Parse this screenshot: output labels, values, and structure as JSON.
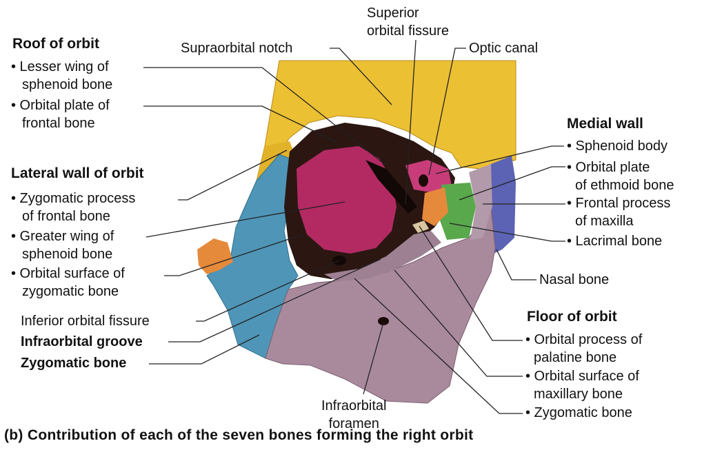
{
  "colors": {
    "frontal": "#ecc033",
    "sphenoid": "#b32a63",
    "zygomatic": "#4f95b7",
    "maxilla": "#a98a9d",
    "ethmoid": "#5aa84c",
    "lacrimal": "#e58a3b",
    "nasal": "#5c63b4",
    "palatine": "#d8c6a0",
    "cavity": "#2b1612"
  },
  "left": {
    "roof_header": "Roof of orbit",
    "roof_items": [
      [
        "• Lesser wing of",
        "sphenoid bone"
      ],
      [
        "• Orbital plate of",
        "frontal bone"
      ]
    ],
    "lateral_header": "Lateral wall of orbit",
    "lateral_items": [
      [
        "• Zygomatic process",
        "of frontal bone"
      ],
      [
        "• Greater wing of",
        "sphenoid bone"
      ],
      [
        "• Orbital surface of",
        "zygomatic bone"
      ]
    ],
    "inferior_orbital_fissure": "Inferior orbital fissure",
    "infraorbital_groove": "Infraorbital groove",
    "zygomatic_bone": "Zygomatic bone"
  },
  "top": {
    "supraorbital_notch": "Supraorbital notch",
    "superior_orbital_fissure": [
      "Superior",
      "orbital fissure"
    ],
    "optic_canal": "Optic canal"
  },
  "right": {
    "medial_header": "Medial wall",
    "medial_items": [
      [
        "• Sphenoid body"
      ],
      [
        "• Orbital plate",
        "  of ethmoid bone"
      ],
      [
        "• Frontal process",
        "  of maxilla"
      ],
      [
        "• Lacrimal bone"
      ]
    ],
    "nasal_bone": "Nasal bone",
    "floor_header": "Floor of orbit",
    "floor_items": [
      [
        "• Orbital process of",
        "  palatine bone"
      ],
      [
        "• Orbital surface of",
        "  maxillary bone"
      ],
      [
        "• Zygomatic bone"
      ]
    ]
  },
  "bottom": {
    "infraorbital_foramen": [
      "Infraorbital",
      "foramen"
    ]
  },
  "caption": "(b) Contribution of each of the seven bones forming the right orbit"
}
